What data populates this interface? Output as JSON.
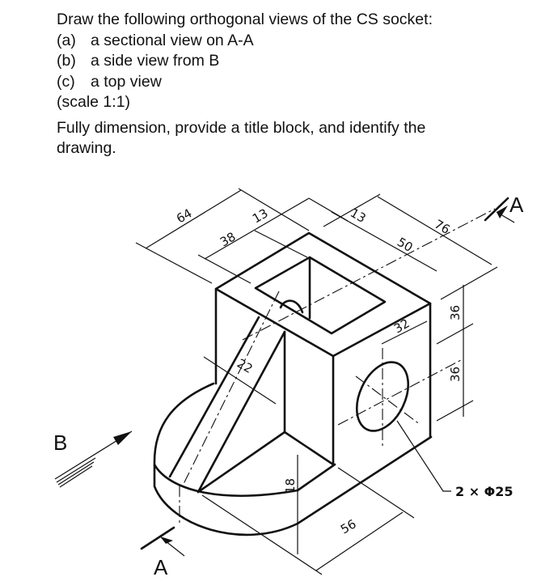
{
  "question": {
    "intro": "Draw the following orthogonal views of the CS socket:",
    "items": [
      {
        "marker": "(a)",
        "text": "a sectional view on A-A"
      },
      {
        "marker": "(b)",
        "text": "a side view from B"
      },
      {
        "marker": "(c)",
        "text": "a top view"
      }
    ],
    "scale": "(scale 1:1)",
    "instruction_line1": "Fully dimension, provide a title block, and identify the",
    "instruction_line2": "drawing."
  },
  "drawing": {
    "dimensions": {
      "d64": "64",
      "d38": "38",
      "d13a": "13",
      "d13b": "13",
      "d50": "50",
      "d76": "76",
      "d36a": "36",
      "d36b": "36",
      "d32": "32",
      "d22": "22",
      "d18": "18",
      "d56": "56",
      "hole": "2 × Φ25"
    },
    "labels": {
      "section_top": "A",
      "section_bottom": "A",
      "view_b": "B"
    }
  }
}
